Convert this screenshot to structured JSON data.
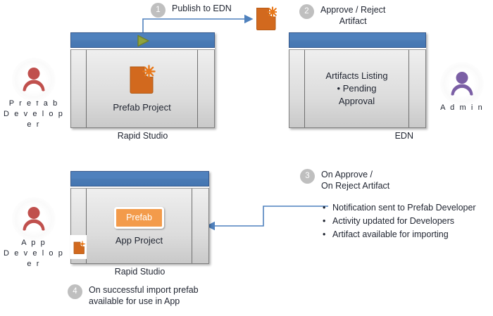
{
  "diagram": {
    "title": "Prefab publish / approve / import workflow",
    "colors": {
      "window_title_bar": "#4f81bd",
      "artifact_orange": "#d2691e",
      "prefab_badge": "#f39b4b",
      "actor_prefab_dev": "#c0504d",
      "actor_app_dev": "#c0504d",
      "actor_admin": "#7b5fa5",
      "step_circle": "#bfbfbf",
      "connector_blue": "#4f81bd",
      "play_triangle": "#8fa33d"
    }
  },
  "actors": [
    {
      "id": "prefab-developer",
      "name": "Prefab\nDeveloper",
      "line1": "P r e f a b",
      "line2": "D e v e l o p e r",
      "color": "#c0504d",
      "icon": "person-icon"
    },
    {
      "id": "admin",
      "name": "Admin",
      "line1": "A d m i n",
      "line2": "",
      "color": "#7b5fa5",
      "icon": "person-icon"
    },
    {
      "id": "app-developer",
      "name": "App\nDeveloper",
      "line1": "A p p",
      "line2": "D e v e l o p e r",
      "color": "#c0504d",
      "icon": "person-icon"
    }
  ],
  "windows": [
    {
      "id": "rapid-studio-prefab",
      "caption": "Rapid Studio",
      "title_bar_icon": "play-triangle-icon",
      "center_icon": "artifact-icon",
      "center_label": "Prefab Project"
    },
    {
      "id": "edn",
      "caption": "EDN",
      "title_bar_icon": "",
      "heading": "Artifacts Listing",
      "bullet": "Pending",
      "bullet_line2": "Approval"
    },
    {
      "id": "rapid-studio-app",
      "caption": "Rapid Studio",
      "badge_label": "Prefab",
      "center_label": "App  Project",
      "side_icon": "artifact-icon"
    }
  ],
  "steps": [
    {
      "num": "1",
      "label": "Publish to EDN"
    },
    {
      "num": "2",
      "label": "Approve / Reject\nArtifact"
    },
    {
      "num": "3",
      "label": "On Approve /\nOn Reject Artifact"
    },
    {
      "num": "4",
      "label": "On successful import prefab\navailable for use in App"
    }
  ],
  "outcomes": {
    "items": [
      "Notification sent to Prefab Developer",
      "Activity updated for Developers",
      "Artifact available for importing"
    ],
    "bullet_glyph": "•"
  },
  "standalone_artifact": {
    "id": "published-artifact",
    "icon": "artifact-icon"
  }
}
